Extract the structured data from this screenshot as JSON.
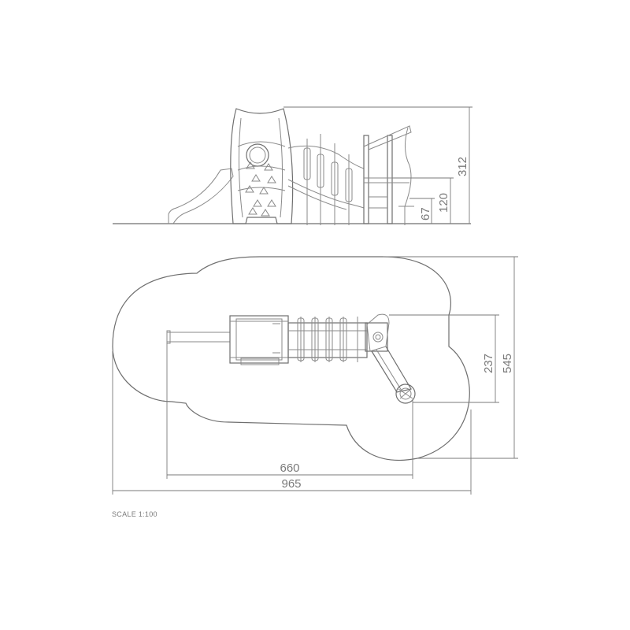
{
  "drawing": {
    "scale_label": "SCALE 1:100",
    "elevation_dimensions": {
      "overall_height": "312",
      "platform_height": "120",
      "step_height": "67"
    },
    "plan_dimensions": {
      "equipment_length": "660",
      "safety_zone_length": "965",
      "equipment_width": "237",
      "safety_zone_width": "545"
    },
    "line_color": "#8a8a8a"
  }
}
